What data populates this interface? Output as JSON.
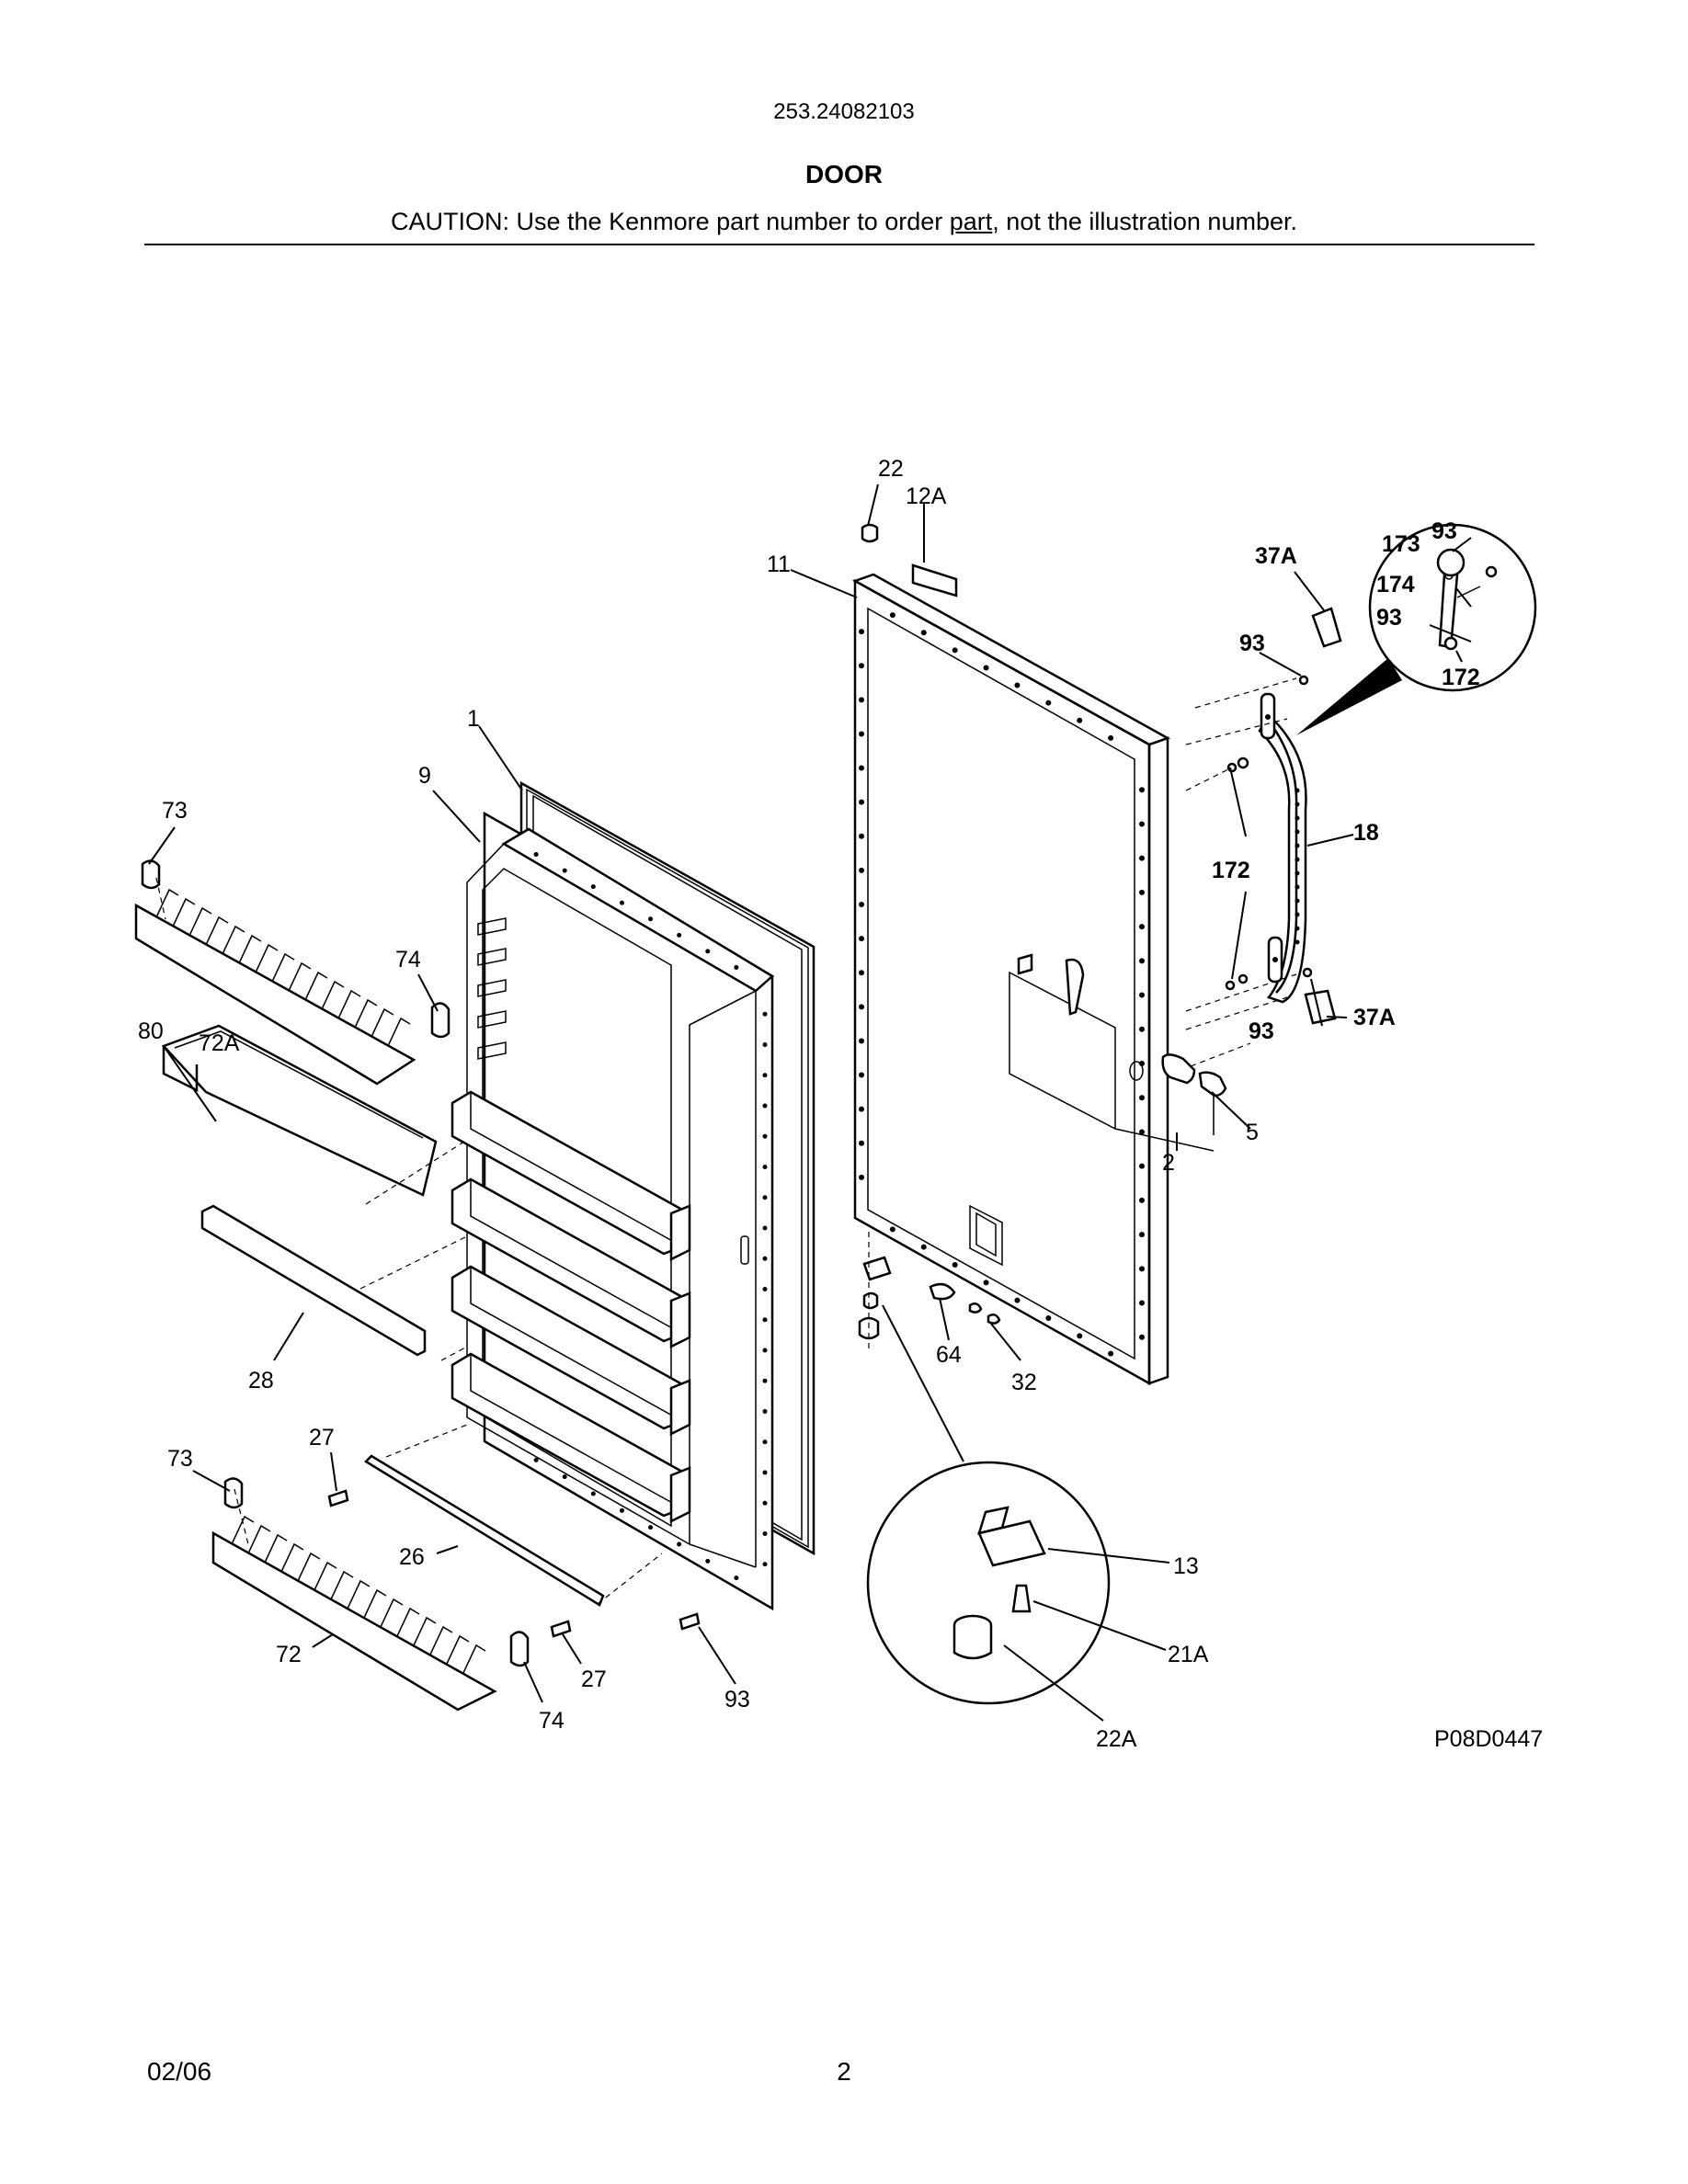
{
  "header": {
    "model_number": "253.24082103",
    "section_title": "DOOR",
    "caution_prefix": "CAUTION: Use the Kenmore part number to order ",
    "caution_underlined": "part",
    "caution_suffix": ", not the illustration number."
  },
  "footer": {
    "date": "02/06",
    "page": "2"
  },
  "diagram": {
    "code": "P08D0447",
    "labels": {
      "l22": "22",
      "l12A": "12A",
      "l11": "11",
      "l37A_top": "37A",
      "l173": "173",
      "l93_inset_top": "93",
      "l174": "174",
      "l93_inset_mid": "93",
      "l172_inset": "172",
      "l93_a": "93",
      "l1": "1",
      "l9": "9",
      "l73_top": "73",
      "l18": "18",
      "l172": "172",
      "l74_top": "74",
      "l80": "80",
      "l72A": "72A",
      "l93_b": "93",
      "l37A_bottom": "37A",
      "l5": "5",
      "l2": "2",
      "l28": "28",
      "l64": "64",
      "l32": "32",
      "l27_a": "27",
      "l73_bottom": "73",
      "l13": "13",
      "l26": "26",
      "l21A": "21A",
      "l72": "72",
      "l27_b": "27",
      "l93_c": "93",
      "l74_bottom": "74",
      "l22A": "22A"
    }
  }
}
